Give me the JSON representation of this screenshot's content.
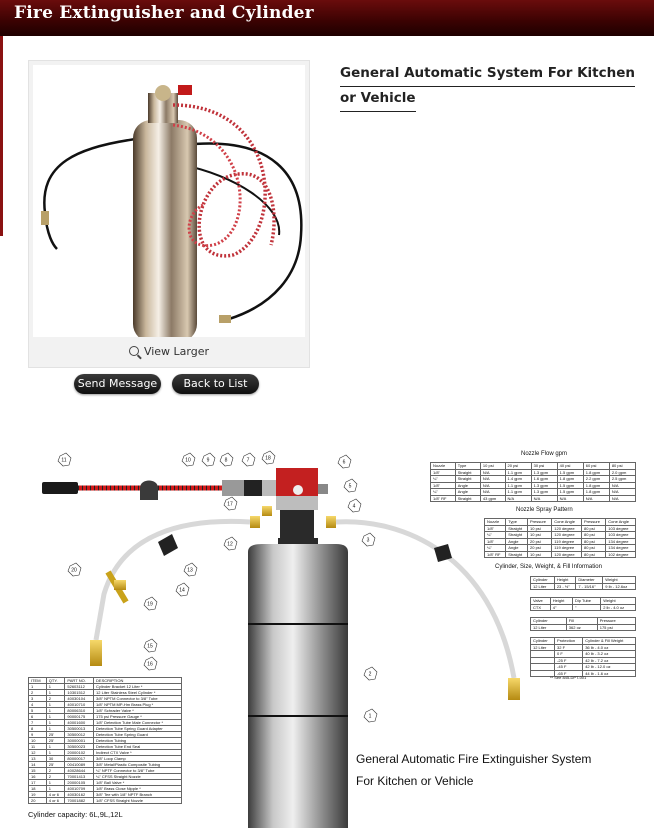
{
  "header": {
    "title": "Fire Extinguisher and Cylinder"
  },
  "product": {
    "title_line1": "General Automatic System For Kitchen",
    "title_line2": "or Vehicle",
    "view_larger": "View Larger"
  },
  "actions": {
    "send_message": "Send Message",
    "back_to_list": "Back to List"
  },
  "diagram": {
    "caption_line1": "General Automatic Fire Extinguisher System",
    "caption_line2": "For Kitchen or Vehicle",
    "capacity": "Cylinder capacity: 6L,9L,12L",
    "callouts": [
      "11",
      "10",
      "9",
      "8",
      "7",
      "18",
      "6",
      "5",
      "4",
      "17",
      "3",
      "2",
      "12",
      "13",
      "14",
      "19",
      "20",
      "15",
      "16",
      "1"
    ],
    "nozzle_flow": {
      "title": "Nozzle Flow gpm",
      "headers": [
        "Nozzle",
        "Type",
        "10 psi",
        "20 psi",
        "30 psi",
        "40 psi",
        "60 psi",
        "80 psi"
      ],
      "rows": [
        [
          "1/8\"",
          "Straight",
          "N/A",
          "1.1 gpm",
          "1.3 gpm",
          "1.5 gpm",
          "1.8 gpm",
          "2.0 gpm"
        ],
        [
          "¼\"",
          "Straight",
          "N/A",
          "1.4 gpm",
          "1.6 gpm",
          "1.8 gpm",
          "2.2 gpm",
          "2.5 gpm"
        ],
        [
          "1/8\"",
          "Angle",
          "N/A",
          "1.1 gpm",
          "1.3 gpm",
          "1.5 gpm",
          "1.8 gpm",
          "N/A"
        ],
        [
          "¼\"",
          "Angle",
          "N/A",
          "1.1 gpm",
          "1.3 gpm",
          "1.5 gpm",
          "1.8 gpm",
          "N/A"
        ],
        [
          "1/8\" RF",
          "Straight",
          "43 gpm",
          "N/A",
          "N/A",
          "N/A",
          "N/A",
          "N/A"
        ]
      ]
    },
    "spray_pattern": {
      "title": "Nozzle Spray Pattern",
      "headers": [
        "Nozzle",
        "Type",
        "Pressure",
        "Cone Angle",
        "Pressure",
        "Cone Angle"
      ],
      "rows": [
        [
          "1/8\"",
          "Straight",
          "10 psi",
          "120 degree",
          "80 psi",
          "103 degree"
        ],
        [
          "¼\"",
          "Straight",
          "10 psi",
          "120 degree",
          "80 psi",
          "103 degree"
        ],
        [
          "1/8\"",
          "Angle",
          "20 psi",
          "119 degree",
          "80 psi",
          "134 degree"
        ],
        [
          "¼\"",
          "Angle",
          "20 psi",
          "119 degree",
          "80 psi",
          "134 degree"
        ],
        [
          "1/8\" RF",
          "Straight",
          "10 psi",
          "120 degree",
          "80 psi",
          "102 degree"
        ]
      ]
    },
    "cylinder_info": {
      "title": "Cylinder, Size, Weight, & Fill Information",
      "t1_headers": [
        "Cylinder",
        "Height",
        "Diameter",
        "Weight"
      ],
      "t1_row": [
        "12 Liter",
        "23 - ½\"",
        "7 - 15/16\"",
        "9 lb - 12.6oz"
      ],
      "t2_headers": [
        "Valve",
        "Height",
        "Dip Tube",
        "Weight"
      ],
      "t2_row": [
        "CTX",
        "4\"",
        "\"",
        "2 lb - 4.0 oz"
      ],
      "t3_headers": [
        "Cylinder",
        "Fill",
        "Pressure"
      ],
      "t3_row": [
        "12 Liter",
        "362 oz",
        "175 psi"
      ],
      "t4_headers": [
        "Cylinder",
        "Protection",
        "Cylinder & Fill Weight"
      ],
      "t4_rows": [
        [
          "12 Liter",
          "32 F",
          "36 lb - 4.0 oz"
        ],
        [
          "",
          "0 F",
          "40 lb - 3.2 oz"
        ],
        [
          "",
          "-25 F",
          "42 lb - 7.2 oz"
        ],
        [
          "",
          "-45 F",
          "42 lb - 12.0 oz"
        ],
        [
          "",
          "-65 F",
          "44 lb - 1.6 oz"
        ]
      ],
      "note": "** See 845-DPT-001"
    },
    "parts_list": {
      "headers": [
        "ITEM",
        "QTY.",
        "PART NO.",
        "DESCRIPTION"
      ],
      "rows": [
        [
          "1",
          "1",
          "52603112",
          "Cylinder Bracket 12 Liter *"
        ],
        [
          "2",
          "1",
          "10301512",
          "12 Liter Stainless Steel Cylinder *"
        ],
        [
          "3",
          "2",
          "40030104",
          "3/8\" NPTM Connector to 3/8\" Tube"
        ],
        [
          "4",
          "1",
          "40010710",
          "1/8\" NPTM MP-Hm Brass Plug *"
        ],
        [
          "5",
          "1",
          "80006310",
          "1/8\" Schrader Valve *"
        ],
        [
          "6",
          "1",
          "90000175",
          "175 psi Pressure Gauge *"
        ],
        [
          "7",
          "1",
          "40001600",
          "1/8\" Detection Tube Male Connector *"
        ],
        [
          "8",
          "1",
          "30500013",
          "Detection Tube Spring Guard Adapter"
        ],
        [
          "9",
          "25'",
          "30500012",
          "Detection Tube Spring Guard"
        ],
        [
          "10",
          "25'",
          "30000001",
          "Detection Tubing"
        ],
        [
          "11",
          "1",
          "30500023",
          "Detection Tube End Seal"
        ],
        [
          "12",
          "1",
          "20000102",
          "Indirect CTX Valve *"
        ],
        [
          "13",
          "30",
          "80000017",
          "3/8\" Loop Clamp"
        ],
        [
          "14",
          "25'",
          "00410089",
          "3/8\" Metal/Plastic Composite Tubing"
        ],
        [
          "15",
          "2",
          "40028644",
          "¼\" NPTF Connector to 3/8\" Tube"
        ],
        [
          "16",
          "2",
          "70001413",
          "¼\" CFSS Straight Nozzle"
        ],
        [
          "17",
          "1",
          "20000105",
          "1/8\" Ball Valve *"
        ],
        [
          "18",
          "1",
          "40010709",
          "1/8\" Brass Close Nipple *"
        ],
        [
          "19",
          "4 or 6",
          "40030162",
          "3/8\" Tee with 1/8\" NPTF Branch"
        ],
        [
          "20",
          "4 or 6",
          "70001882",
          "1/8\" CFSS Straight Nozzle"
        ]
      ]
    }
  }
}
